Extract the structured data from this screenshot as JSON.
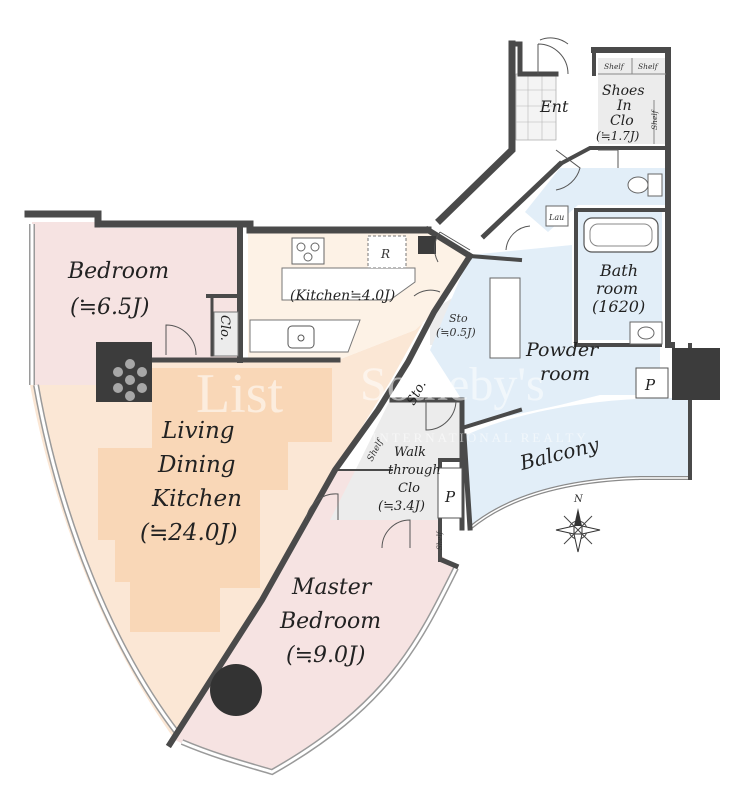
{
  "rooms": {
    "bedroom": {
      "name": "Bedroom",
      "area": "(≒6.5J)"
    },
    "clo": "Clo.",
    "ldk": {
      "line1": "Living",
      "line2": "Dining",
      "line3": "Kitchen",
      "area": "(≒24.0J)"
    },
    "kitchen": "(Kitchen≒4.0J)",
    "fridge": "R",
    "sto": {
      "name": "Sto",
      "area": "(≒0.5J)"
    },
    "sto2": "Sto.",
    "walk": {
      "line1": "Walk",
      "line2": "through",
      "line3": "Clo",
      "area": "(≒3.4J)"
    },
    "shelf": "Shelf",
    "master": {
      "line1": "Master",
      "line2": "Bedroom",
      "area": "(≒9.0J)"
    },
    "powder": {
      "line1": "Powder",
      "line2": "room"
    },
    "bath": {
      "line1": "Bath",
      "line2": "room",
      "area": "(1620)"
    },
    "ent": "Ent",
    "shoes": {
      "line1": "Shoes",
      "line2": "In",
      "line3": "Clo",
      "area": "(≒1.7J)"
    },
    "balcony": "Balcony",
    "pipe": "P",
    "lau": "Lau"
  },
  "compass": {
    "north": "N"
  },
  "watermark": {
    "left": "List",
    "right": "Sotheby's",
    "tagline": "INTERNATIONAL REALTY"
  },
  "colors": {
    "bedroom": "#f6e3e2",
    "ldk": "#fbe7d5",
    "carpet": "#f9d7b7",
    "kitchen": "#fdf2e6",
    "wet": "#e2eef8",
    "closet": "#ececec",
    "wall": "#4a4a4a",
    "column": "#3c3c3c"
  }
}
